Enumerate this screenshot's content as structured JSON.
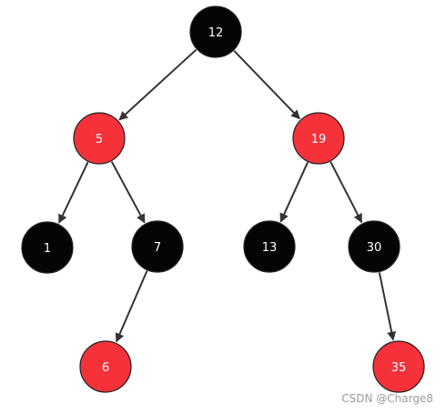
{
  "colors": {
    "black_node": "#050505",
    "red_node": "#f5313a",
    "edge": "#333333",
    "label": "#ffffff",
    "watermark": "#9a9a9a"
  },
  "tree": {
    "nodes": [
      {
        "id": "n12",
        "label": "12",
        "color": "black"
      },
      {
        "id": "n5",
        "label": "5",
        "color": "red"
      },
      {
        "id": "n19",
        "label": "19",
        "color": "red"
      },
      {
        "id": "n1",
        "label": "1",
        "color": "black"
      },
      {
        "id": "n7",
        "label": "7",
        "color": "black"
      },
      {
        "id": "n13",
        "label": "13",
        "color": "black"
      },
      {
        "id": "n30",
        "label": "30",
        "color": "black"
      },
      {
        "id": "n6",
        "label": "6",
        "color": "red"
      },
      {
        "id": "n35",
        "label": "35",
        "color": "red"
      }
    ],
    "edges": [
      {
        "from": "n12",
        "to": "n5"
      },
      {
        "from": "n12",
        "to": "n19"
      },
      {
        "from": "n5",
        "to": "n1"
      },
      {
        "from": "n5",
        "to": "n7"
      },
      {
        "from": "n19",
        "to": "n13"
      },
      {
        "from": "n19",
        "to": "n30"
      },
      {
        "from": "n7",
        "to": "n6"
      },
      {
        "from": "n30",
        "to": "n35"
      }
    ]
  },
  "watermark": {
    "text": "CSDN @Charge8"
  }
}
